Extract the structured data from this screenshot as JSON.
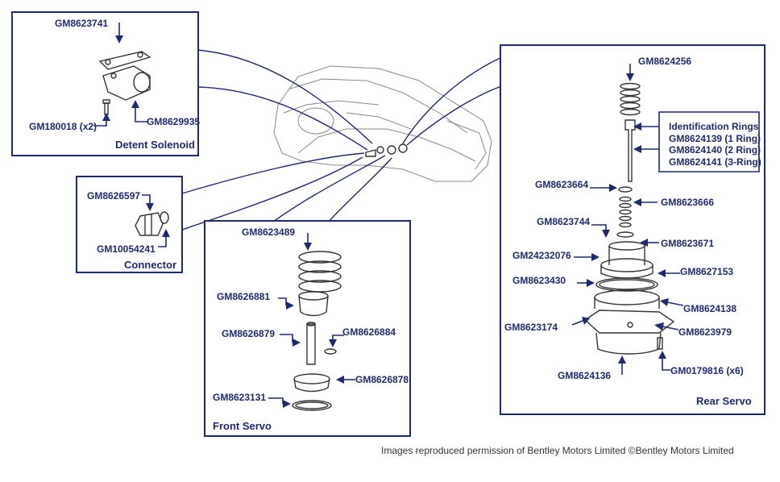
{
  "colors": {
    "accent": "#1f2a6e",
    "line": "#333333"
  },
  "panels": {
    "detent_solenoid": {
      "title": "Detent Solenoid",
      "parts": [
        "GM8623741",
        "GM180018 (x2)",
        "GM8629935"
      ]
    },
    "connector": {
      "title": "Connector",
      "parts": [
        "GM8626597",
        "GM10054241"
      ]
    },
    "front_servo": {
      "title": "Front Servo",
      "parts": [
        "GM8623489",
        "GM8626881",
        "GM8626879",
        "GM8626884",
        "GM8626878",
        "GM8623131"
      ]
    },
    "rear_servo": {
      "title": "Rear Servo",
      "parts": [
        "GM8624256",
        "GM8623664",
        "GM8623666",
        "GM8623744",
        "GM8623671",
        "GM24232076",
        "GM8627153",
        "GM8623430",
        "GM8624138",
        "GM8623174",
        "GM8623979",
        "GM8624136",
        "GM0179816 (x6)"
      ],
      "identification": {
        "heading": "Identification Rings",
        "rings": [
          "GM8624139 (1 Ring)",
          "GM8624140 (2 Ring)",
          "GM8624141 (3-Ring)"
        ]
      }
    }
  },
  "credit": "Images reproduced permission of Bentley Motors Limited ©Bentley Motors Limited"
}
